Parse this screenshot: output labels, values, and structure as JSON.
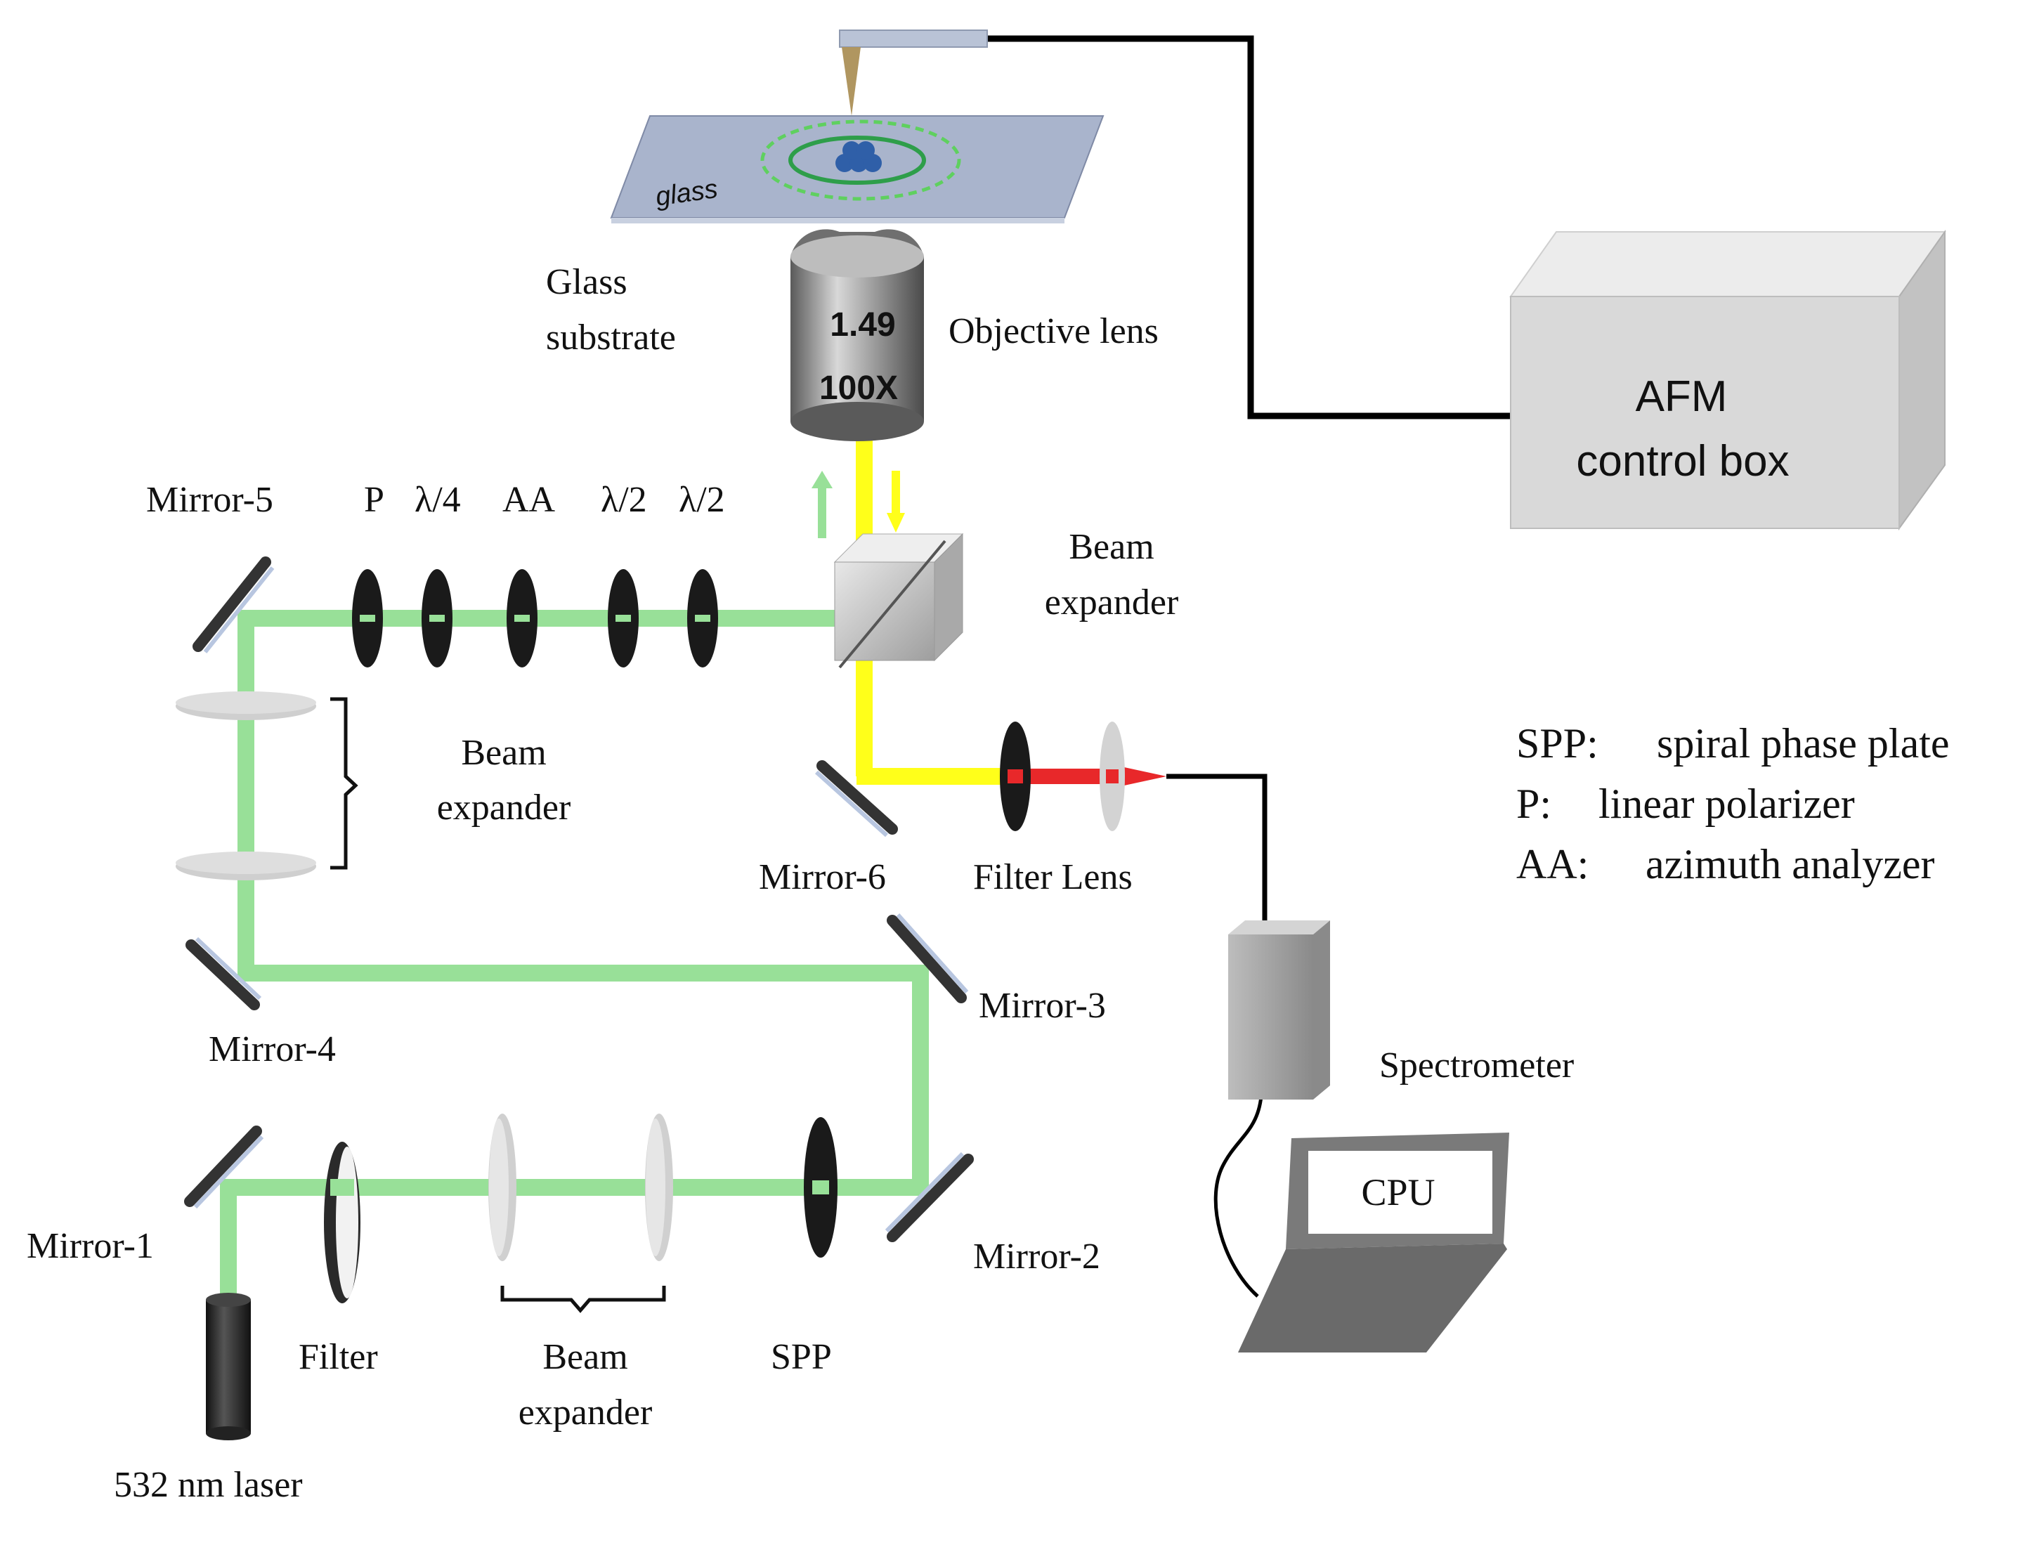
{
  "labels": {
    "glass_top": "glass",
    "glass_substrate_line1": "Glass",
    "glass_substrate_line2": "substrate",
    "objective_na": "1.49",
    "objective_mag": "100X",
    "objective_lens": "Objective lens",
    "afm_line1": "AFM",
    "afm_line2": "control  box",
    "mirror5": "Mirror-5",
    "p": "P",
    "quarter_wave": "λ/4",
    "aa": "AA",
    "half_wave_1": "λ/2",
    "half_wave_2": "λ/2",
    "beam_expander_top_1": "Beam",
    "beam_expander_top_2": "expander",
    "beam_expander_mid_1": "Beam",
    "beam_expander_mid_2": "expander",
    "mirror6": "Mirror-6",
    "filter_lens": "Filter  Lens",
    "mirror4": "Mirror-4",
    "mirror3": "Mirror-3",
    "mirror2": "Mirror-2",
    "mirror1": "Mirror-1",
    "filter": "Filter",
    "beam_expander_bottom_1": "Beam",
    "beam_expander_bottom_2": "expander",
    "spp": "SPP",
    "laser": "532 nm laser",
    "spectrometer": "Spectrometer",
    "cpu": "CPU"
  },
  "legend": [
    {
      "abbr": "SPP:",
      "text": "spiral phase plate"
    },
    {
      "abbr": "P:",
      "text": "linear polarizer"
    },
    {
      "abbr": "AA:",
      "text": "azimuth analyzer"
    }
  ],
  "colors": {
    "laser_beam": "#98e098",
    "signal_beam": "#ffff1a",
    "filtered_beam": "#e8282a",
    "cable": "#000000",
    "box_front": "#d9d9d9",
    "box_side": "#c2c2c2",
    "box_top": "#ececec"
  }
}
